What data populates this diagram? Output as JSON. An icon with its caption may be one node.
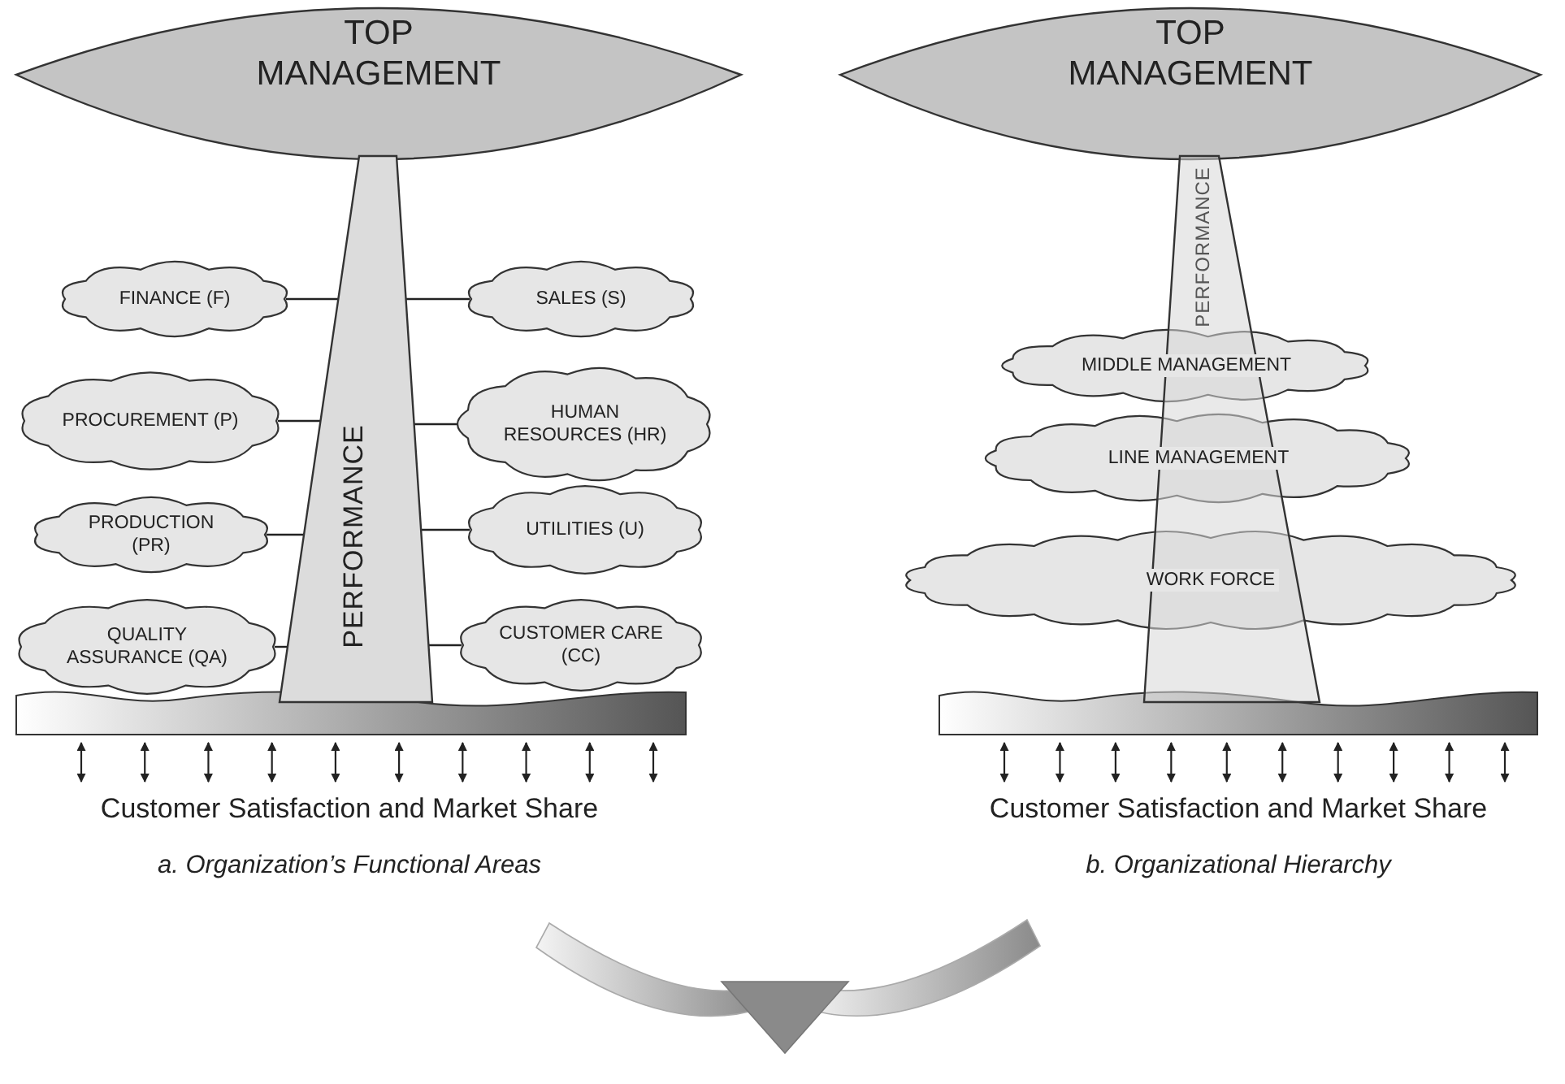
{
  "diagram": {
    "nodes": [
      {
        "text": [
          "TOP MANAGEMENT"
        ]
      },
      {
        "text": [
          "PERFORMANCE"
        ]
      },
      {
        "text": [
          "FINANCE (F)"
        ]
      },
      {
        "text": [
          "SALES (S)"
        ]
      },
      {
        "text": [
          "PROCUREMENT (P)"
        ]
      },
      {
        "text": [
          "HUMAN RESOURCES (HR)"
        ]
      },
      {
        "text": [
          "PRODUCTION (PR)"
        ]
      },
      {
        "text": [
          "UTILITIES (U)"
        ]
      },
      {
        "text": [
          "QUALITY ASSURANCE (QA)"
        ]
      },
      {
        "text": [
          "CUSTOMER CARE (CC)"
        ]
      },
      {
        "text": [
          "TOP MANAGEMENT"
        ]
      },
      {
        "text": [
          "PERFORMANCE"
        ]
      },
      {
        "text": [
          "MIDDLE MANAGEMENT"
        ]
      },
      {
        "text": [
          "LINE MANAGEMENT"
        ]
      },
      {
        "text": [
          "WORK FORCE"
        ]
      }
    ],
    "edges": [
      {
        "from": 2,
        "to": 1,
        "arrow": "none"
      },
      {
        "from": 3,
        "to": 1,
        "arrow": "none"
      },
      {
        "from": 4,
        "to": 1,
        "arrow": "none"
      },
      {
        "from": 5,
        "to": 1,
        "arrow": "none"
      },
      {
        "from": 6,
        "to": 1,
        "arrow": "none"
      },
      {
        "from": 7,
        "to": 1,
        "arrow": "none"
      },
      {
        "from": 8,
        "to": 1,
        "arrow": "none"
      },
      {
        "from": 9,
        "to": 1,
        "arrow": "none"
      }
    ],
    "labels": [
      "Customer Satisfaction and Market Share",
      "Customer Satisfaction and Market Share",
      "a. Organization’s Functional Areas",
      "b. Organizational Hierarchy"
    ]
  }
}
